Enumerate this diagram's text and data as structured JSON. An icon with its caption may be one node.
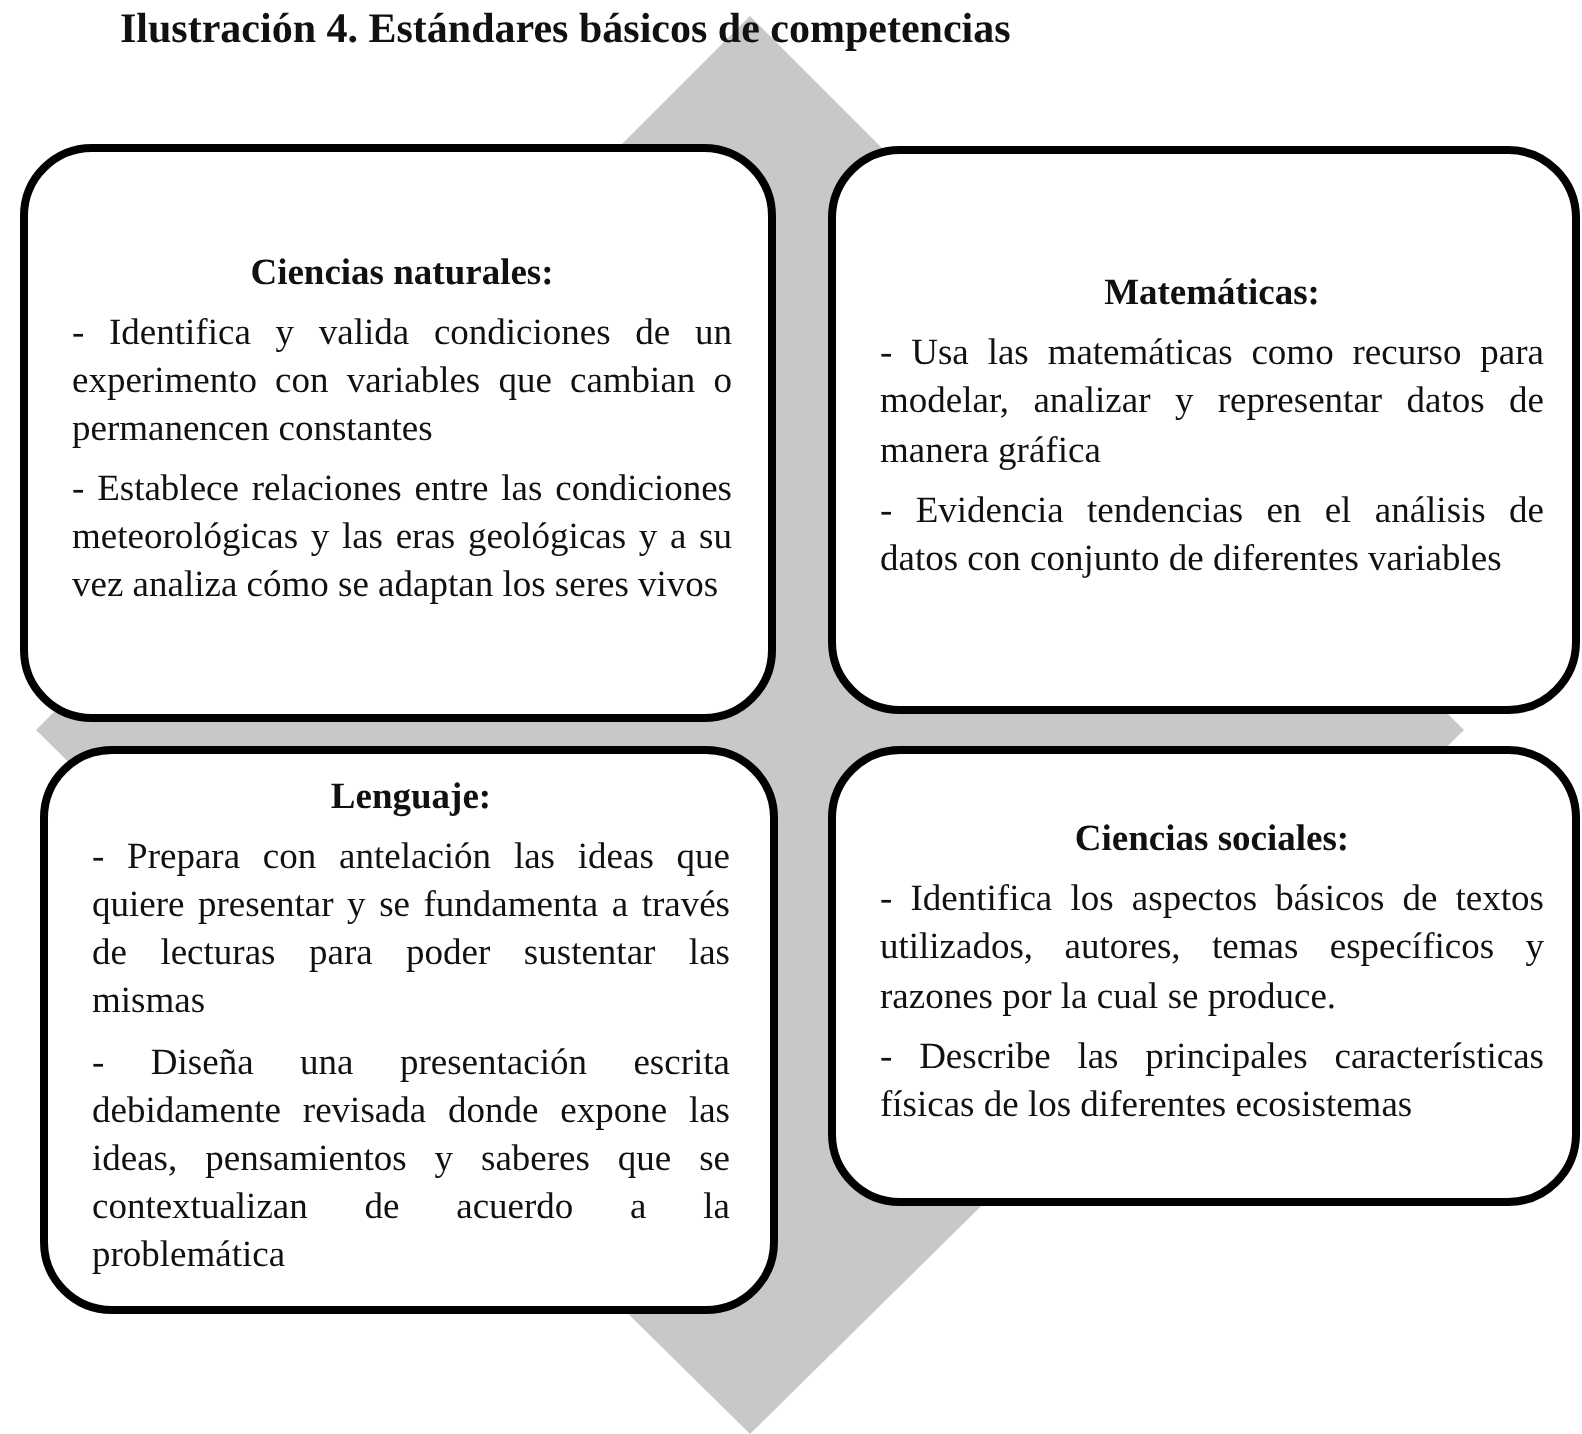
{
  "diagram": {
    "title": "Ilustración 4. Estándares básicos de competencias",
    "nodes": [
      {
        "text": [
          "Ciencias naturales:",
          "- Identifica y valida condiciones de un experimento con variables que cambian o permanencen constantes",
          "- Establece relaciones entre las condiciones meteorológicas y las eras geológicas y a su vez analiza cómo se adaptan los seres vivos"
        ]
      },
      {
        "text": [
          "Matemáticas:",
          "- Usa las matemáticas como recurso para modelar, analizar y representar datos de manera gráfica",
          "- Evidencia tendencias en el análisis de datos con conjunto de diferentes variables"
        ]
      },
      {
        "text": [
          "Lenguaje:",
          "- Prepara con antelación las ideas que quiere presentar y se fundamenta a través de lecturas para poder sustentar las mismas",
          "- Diseña una presentación escrita debidamente revisada donde expone las ideas, pensamientos y saberes que se contextualizan de acuerdo a la problemática"
        ]
      },
      {
        "text": [
          "Ciencias sociales:",
          "- Identifica los aspectos básicos de textos utilizados, autores, temas específicos y razones por la cual se produce.",
          "- Describe las principales características físicas de los diferentes ecosistemas"
        ]
      }
    ]
  }
}
